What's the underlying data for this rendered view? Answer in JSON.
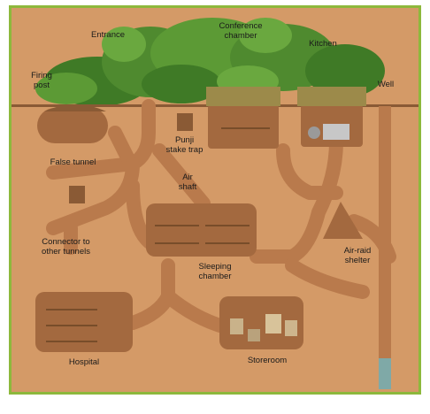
{
  "labels": {
    "entrance": "Entrance",
    "conference": "Conference\nchamber",
    "kitchen": "Kitchen",
    "well": "Well",
    "firing_post": "Firing\npost",
    "punji": "Punji\nstake trap",
    "false_tunnel": "False tunnel",
    "air_shaft": "Air\nshaft",
    "connector": "Connector to\nother tunnels",
    "air_raid": "Air-raid\nshelter",
    "sleeping": "Sleeping\nchamber",
    "hospital": "Hospital",
    "storeroom": "Storeroom"
  },
  "colors": {
    "soil": "#d49a67",
    "tunnel": "#b97a4c",
    "chamber": "#a3693f",
    "jungle": "#4f8a2f",
    "frame": "#8db83c",
    "well_water": "#7fa9a7"
  }
}
